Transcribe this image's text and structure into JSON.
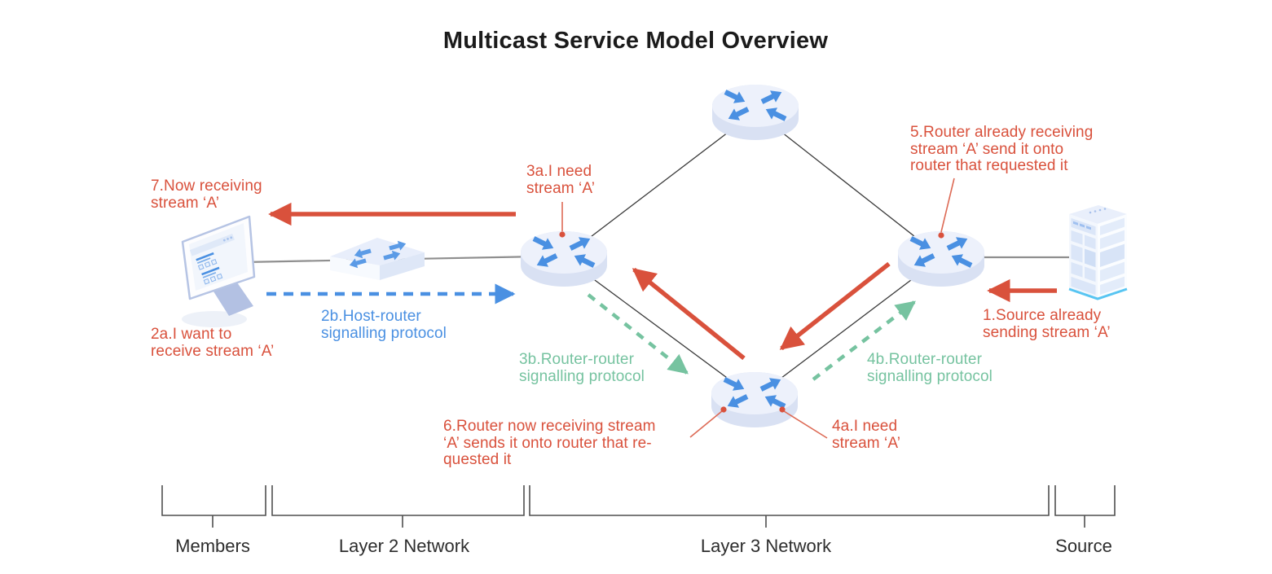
{
  "title": "Multicast Service Model Overview",
  "annotations": {
    "step1": "1.Source already\nsending stream ‘A’",
    "step2a": "2a.I want to\nreceive stream ‘A’",
    "step2b": "2b.Host-router\nsignalling protocol",
    "step3a": "3a.I need\nstream ‘A’",
    "step3b": "3b.Router-router\nsignalling protocol",
    "step4a": "4a.I need\nstream ‘A’",
    "step4b": "4b.Router-router\nsignalling protocol",
    "step5": "5.Router already receiving\nstream ‘A’ send it onto\nrouter that requested it",
    "step6": "6.Router now receiving stream\n‘A’ sends it onto router that re-\nquested it",
    "step7": "7.Now receiving\nstream ‘A’"
  },
  "legend_groups": {
    "members": "Members",
    "layer2": "Layer 2 Network",
    "layer3": "Layer 3 Network",
    "source": "Source"
  },
  "icons": {
    "member": "monitor-icon",
    "lan": "switch-icon",
    "routers": [
      "router-left-icon",
      "router-top-icon",
      "router-right-icon",
      "router-bottom-icon"
    ],
    "source": "server-icon"
  },
  "colors": {
    "stream_red": "#d9513c",
    "host_signal_blue": "#4a90e2",
    "router_signal_green": "#76c3a0",
    "router_body": "#d9e1f3",
    "router_top": "#edf1fb",
    "link_line": "#3a3a3a",
    "lan_line": "#8f8f8f",
    "server_base_cyan": "#58c5f2",
    "title_ink": "#1b1b1b",
    "group_label_ink": "#2d2d2d"
  }
}
